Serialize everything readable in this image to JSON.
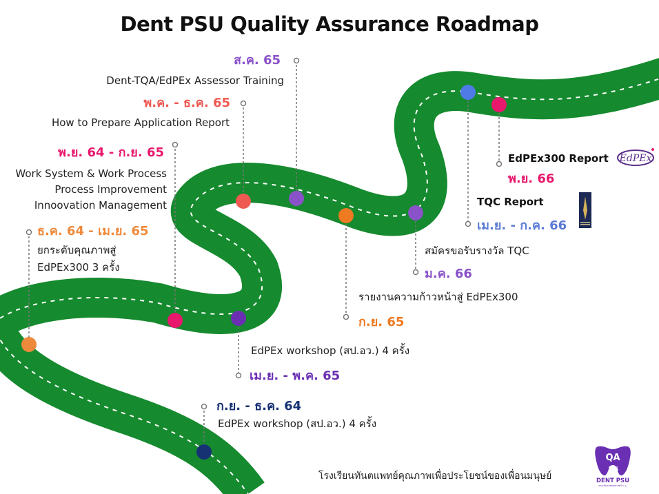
{
  "title": "Dent PSU Quality Assurance Roadmap",
  "colors": {
    "road": "#158a2e",
    "orange": "#ee8a3c",
    "pink": "#e8186d",
    "purple": "#8a52c9",
    "violet": "#6b2fb3",
    "navy": "#173273",
    "red": "#ee5a52",
    "blue": "#4f7be6",
    "steel": "#5b7bd5"
  },
  "milestones": {
    "m1": {
      "date": "ธ.ค. 64 - เม.ย. 65",
      "line1": "ยกระดับคุณภาพสู่",
      "line2": "EdPEx300 3 ครั้ง"
    },
    "m2": {
      "date": "พ.ย. 64 - ก.ย. 65",
      "line1": "Work System & Work Process",
      "line2": "Process Improvement",
      "line3": "Innoovation Management"
    },
    "m3": {
      "date": "พ.ค. - ธ.ค. 65",
      "line1": "How to Prepare Application Report"
    },
    "m4": {
      "date": "ส.ค. 65",
      "line1": "Dent-TQA/EdPEx Assessor Training"
    },
    "m5": {
      "date": "เม.ย. - พ.ค. 65",
      "line1": "EdPEx workshop (สป.อว.) 4 ครั้ง"
    },
    "m6": {
      "date": "ก.ย. - ธ.ค. 64",
      "line1": "EdPEx workshop (สป.อว.) 4 ครั้ง"
    },
    "m7": {
      "date": "ก.ย. 65",
      "line1": "รายงานความก้าวหน้าสู่ EdPEx300"
    },
    "m8": {
      "date": "ม.ค. 66",
      "line1": "สมัครขอรับรางวัล TQC"
    },
    "m9": {
      "date": "เม.ย. - ก.ค. 66",
      "header": "TQC Report"
    },
    "m10": {
      "date": "พ.ย. 66",
      "header": "EdPEx300 Report"
    }
  },
  "logos": {
    "edpex": "EdPEx",
    "qa_top": "QA",
    "qa_bottom": "พน",
    "qa_brand": "DENT PSU",
    "qa_sub": "คณะทันตแพทยศาสตร์ ม.อ."
  },
  "footer": "โรงเรียนทันตแพทย์คุณภาพเพื่อประโยชน์ของเพื่อนมนุษย์"
}
